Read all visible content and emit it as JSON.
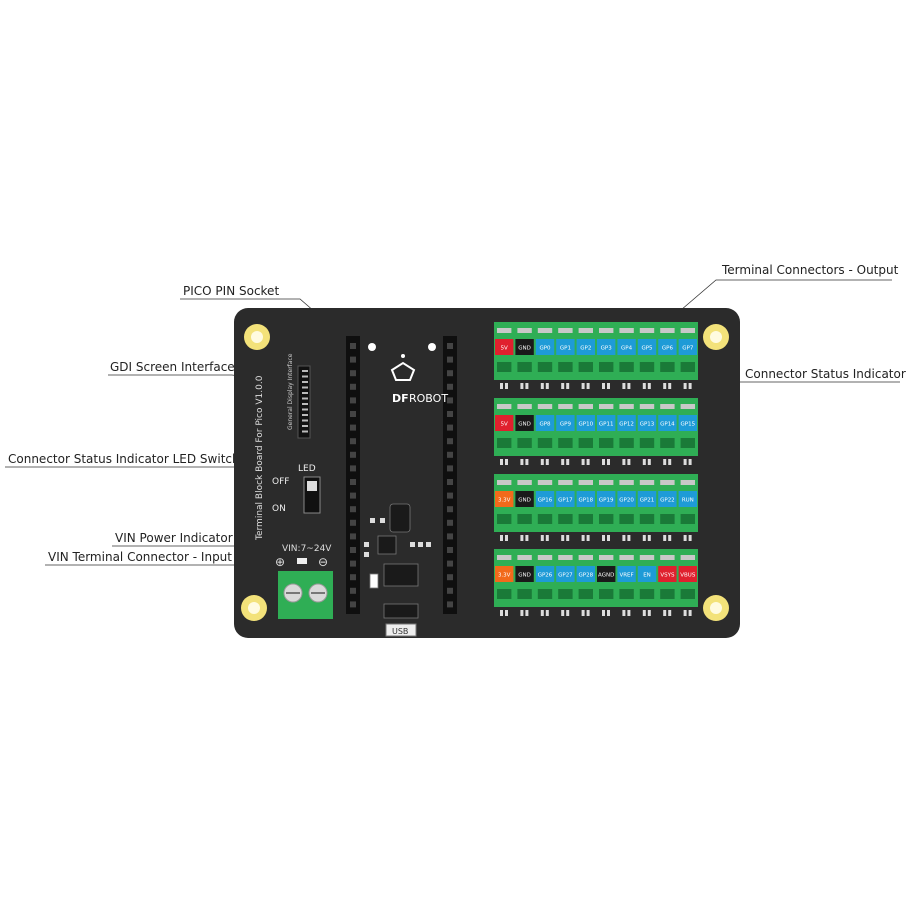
{
  "callouts": {
    "pico_pin_socket": "PICO PIN Socket",
    "gdi_interface": "GDI Screen Interface",
    "led_switch": "Connector Status Indicator LED Switch",
    "vin_power_indicator": "VIN Power Indicator",
    "vin_terminal": "VIN Terminal Connector - Input",
    "terminal_output": "Terminal Connectors - Output",
    "status_indicator": "Connector Status Indicator"
  },
  "board": {
    "name_text": "Terminal Block Board For Pico V1.0.0",
    "gdi_text": "General Display Interface",
    "led_label": "LED",
    "off_label": "OFF",
    "on_label": "ON",
    "vin_label": "VIN:7~24V",
    "plus": "⊕",
    "minus": "⊖",
    "usb_label": "USB",
    "logo_df": "DF",
    "logo_robot": "ROBOT"
  },
  "colors": {
    "board": "#2b2b2b",
    "terminal_green": "#2fae55",
    "pin_blue": "#1e9bd7",
    "pin_red": "#e0202e",
    "pin_orange": "#f26a1b",
    "pin_black": "#1a1a1a",
    "mount_hole": "#f3e27a"
  },
  "terminal_rows": [
    {
      "pins": [
        {
          "label": "5V",
          "kind": "red"
        },
        {
          "label": "GND",
          "kind": "black"
        },
        {
          "label": "GP0",
          "kind": "blue"
        },
        {
          "label": "GP1",
          "kind": "blue"
        },
        {
          "label": "GP2",
          "kind": "blue"
        },
        {
          "label": "GP3",
          "kind": "blue"
        },
        {
          "label": "GP4",
          "kind": "blue"
        },
        {
          "label": "GP5",
          "kind": "blue"
        },
        {
          "label": "GP6",
          "kind": "blue"
        },
        {
          "label": "GP7",
          "kind": "blue"
        }
      ]
    },
    {
      "pins": [
        {
          "label": "5V",
          "kind": "red"
        },
        {
          "label": "GND",
          "kind": "black"
        },
        {
          "label": "GP8",
          "kind": "blue"
        },
        {
          "label": "GP9",
          "kind": "blue"
        },
        {
          "label": "GP10",
          "kind": "blue"
        },
        {
          "label": "GP11",
          "kind": "blue"
        },
        {
          "label": "GP12",
          "kind": "blue"
        },
        {
          "label": "GP13",
          "kind": "blue"
        },
        {
          "label": "GP14",
          "kind": "blue"
        },
        {
          "label": "GP15",
          "kind": "blue"
        }
      ]
    },
    {
      "pins": [
        {
          "label": "3.3V",
          "kind": "orange"
        },
        {
          "label": "GND",
          "kind": "black"
        },
        {
          "label": "GP16",
          "kind": "blue"
        },
        {
          "label": "GP17",
          "kind": "blue"
        },
        {
          "label": "GP18",
          "kind": "blue"
        },
        {
          "label": "GP19",
          "kind": "blue"
        },
        {
          "label": "GP20",
          "kind": "blue"
        },
        {
          "label": "GP21",
          "kind": "blue"
        },
        {
          "label": "GP22",
          "kind": "blue"
        },
        {
          "label": "RUN",
          "kind": "blue"
        }
      ]
    },
    {
      "pins": [
        {
          "label": "3.3V",
          "kind": "orange"
        },
        {
          "label": "GND",
          "kind": "black"
        },
        {
          "label": "GP26",
          "kind": "blue"
        },
        {
          "label": "GP27",
          "kind": "blue"
        },
        {
          "label": "GP28",
          "kind": "blue"
        },
        {
          "label": "AGND",
          "kind": "black"
        },
        {
          "label": "VREF",
          "kind": "blue"
        },
        {
          "label": "EN",
          "kind": "blue"
        },
        {
          "label": "VSYS",
          "kind": "red"
        },
        {
          "label": "VBUS",
          "kind": "red"
        }
      ]
    }
  ]
}
